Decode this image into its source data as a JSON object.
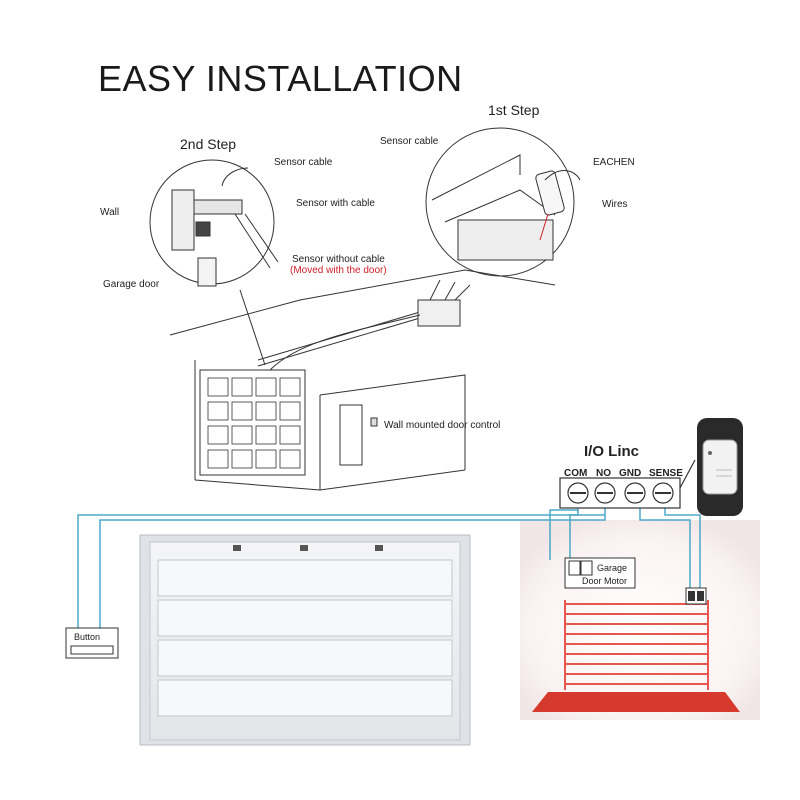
{
  "title": "EASY INSTALLATION",
  "steps": {
    "step1": "1st Step",
    "step2": "2nd Step"
  },
  "labels": {
    "sensor_cable_2": "Sensor cable",
    "wall": "Wall",
    "sensor_with_cable": "Sensor with cable",
    "sensor_without_cable": "Sensor without cable",
    "moved_with_door": "(Moved with the door)",
    "garage_door": "Garage door",
    "sensor_cable_1": "Sensor cable",
    "eachen": "EACHEN",
    "wires": "Wires",
    "wall_control": "Wall mounted door control"
  },
  "wiring": {
    "device": "I/O Linc",
    "terminals": [
      "COM",
      "NO",
      "GND",
      "SENSE"
    ],
    "button": "Button",
    "motor_line1": "Garage",
    "motor_line2": "Door Motor"
  },
  "colors": {
    "wire": "#4aa8c8",
    "beam": "#e8574f",
    "floor": "#d63a2f"
  }
}
